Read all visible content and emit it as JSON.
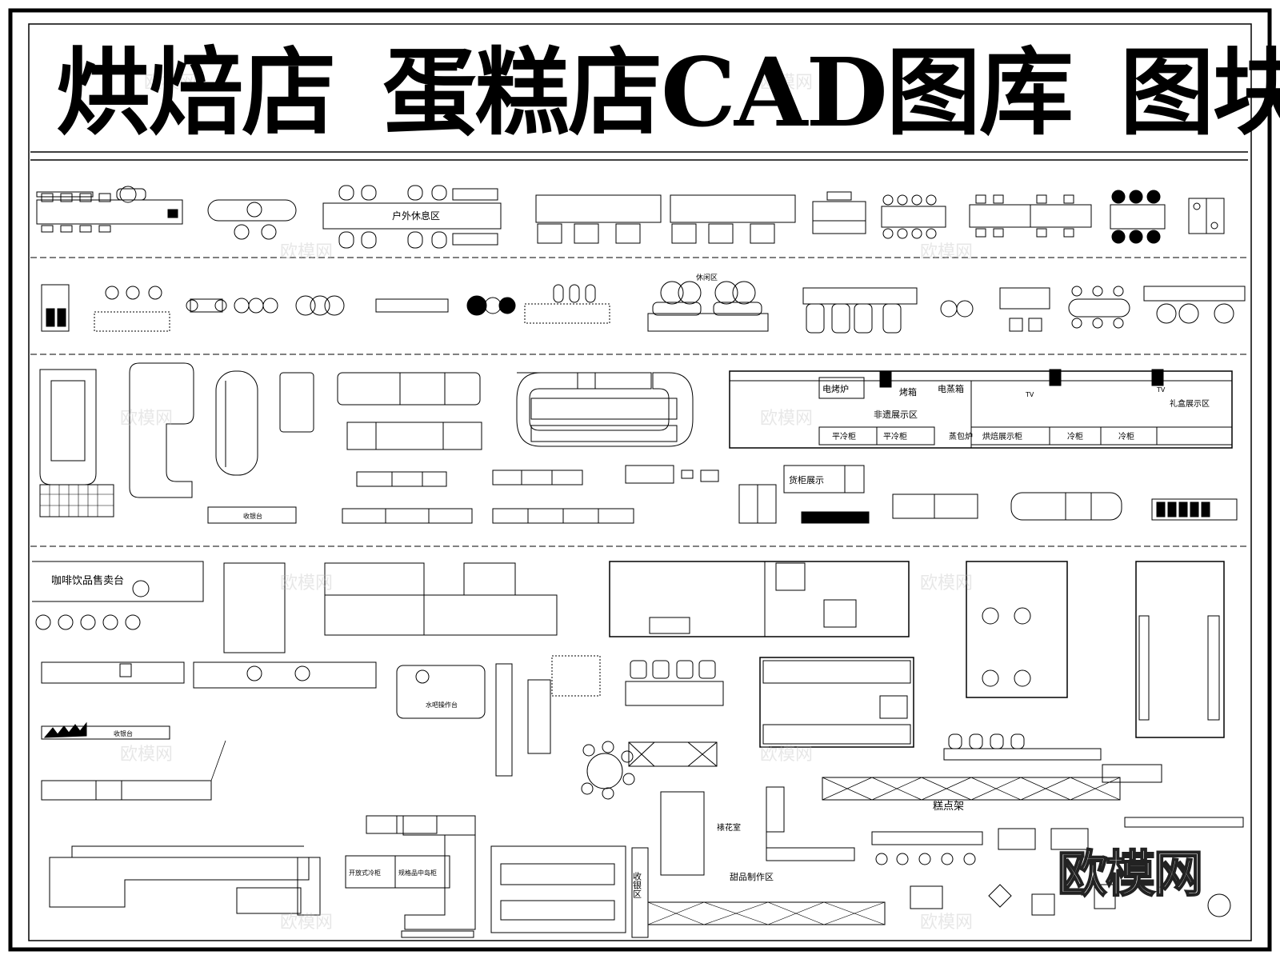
{
  "title": {
    "part1": "烘焙店",
    "part2": "蛋糕店CAD图库",
    "part3": "图块"
  },
  "watermark": "欧模网",
  "labels": {
    "outdoor_rest": "户外休息区",
    "rest_area": "休闲区",
    "electric_oven": "电烤炉",
    "oven": "烤箱",
    "electric_steamer": "电蒸箱",
    "non_bake_display": "非遗展示区",
    "flat_fridge_1": "平冷柜",
    "flat_fridge_2": "平冷柜",
    "steam_bun_oven": "蒸包炉",
    "bake_display_cabinet": "烘焙展示柜",
    "cold_cabinet_1": "冷柜",
    "cold_cabinet_2": "冷柜",
    "tv_1": "TV",
    "tv_2": "TV",
    "gift_display_area": "礼盒展示区",
    "goods_display": "货柜展示",
    "cashier_1": "收银台",
    "coffee_counter": "咖啡饮品售卖台",
    "cashier_2": "收银台",
    "water_bar": "水吧操作台",
    "pastry_rack": "糕点架",
    "cashier_area": "收银区",
    "dessert_area": "甜品制作区",
    "decoration_room": "裱花室",
    "open_cold": "开放式冷柜",
    "vertical_cabinet": "规格品中岛柜"
  }
}
